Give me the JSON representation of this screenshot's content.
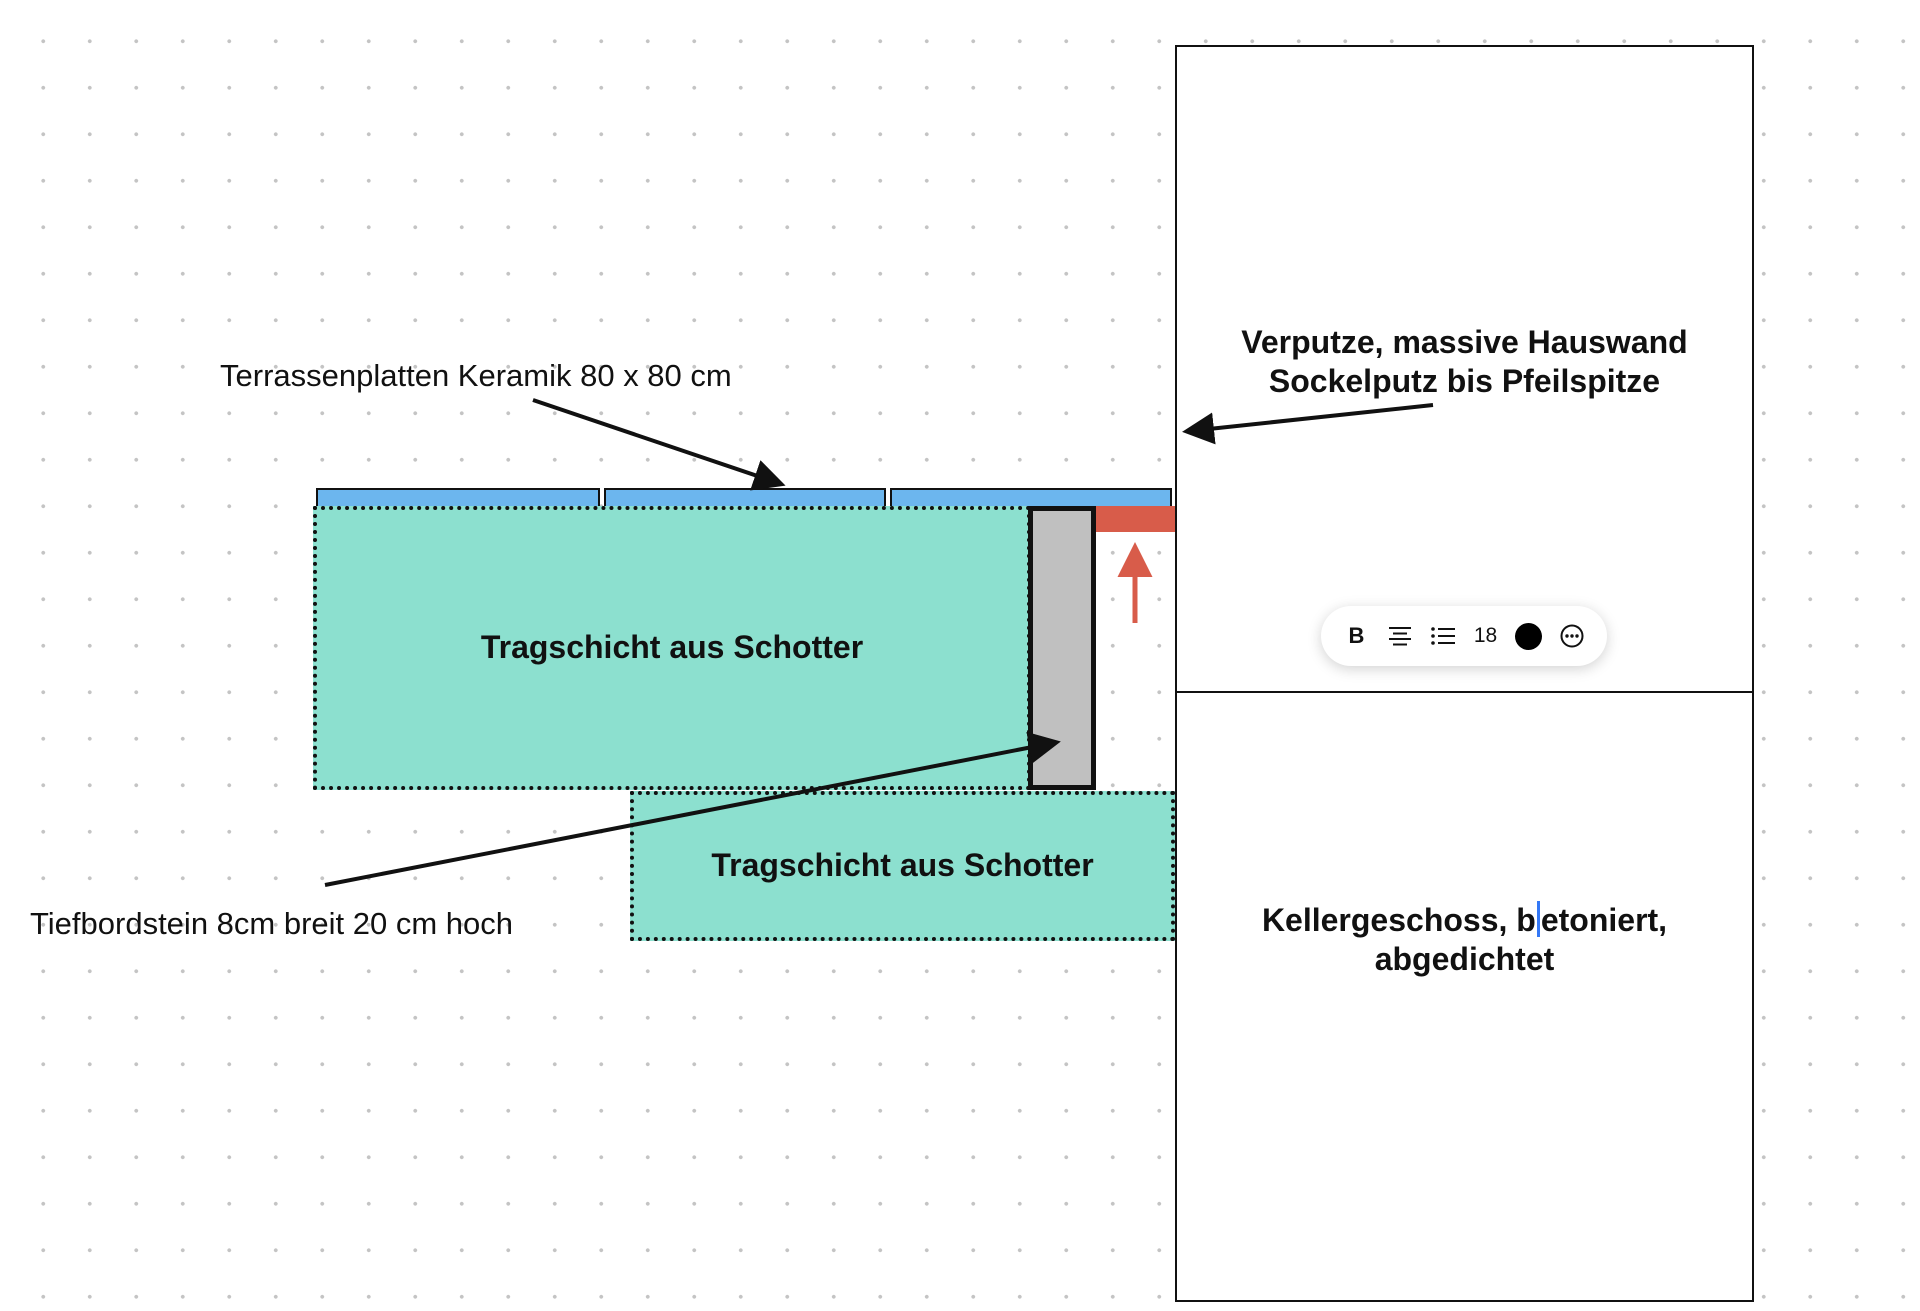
{
  "labels": {
    "tiles": "Terrassenplatten Keramik 80 x 80 cm",
    "curb": "Tiefbordstein 8cm breit 20 cm hoch",
    "gravel_upper": "Tragschicht aus Schotter",
    "gravel_lower": "Tragschicht aus Schotter",
    "wall_line1": "Verputze, massive Hauswand",
    "wall_line2": "Sockelputz bis Pfeilspitze",
    "basement_line1_a": "Kellergeschoss, b",
    "basement_line1_b": "etoniert,",
    "basement_line2": "abgedichtet"
  },
  "toolbar": {
    "bold_label": "B",
    "align_icon": "align-center-icon",
    "list_icon": "bulleted-list-icon",
    "font_size": "18",
    "color_icon": "text-color-swatch-icon",
    "color_value": "#000000",
    "more_icon": "more-options-icon"
  },
  "colors": {
    "tile_fill": "#6cb6ee",
    "gravel_fill": "#8ce0cf",
    "curb_fill": "#c0c0c0",
    "plaster_fill": "#d85c4a",
    "red_arrow": "#d85c4a",
    "stroke": "#111111",
    "caret": "#3478f6"
  }
}
